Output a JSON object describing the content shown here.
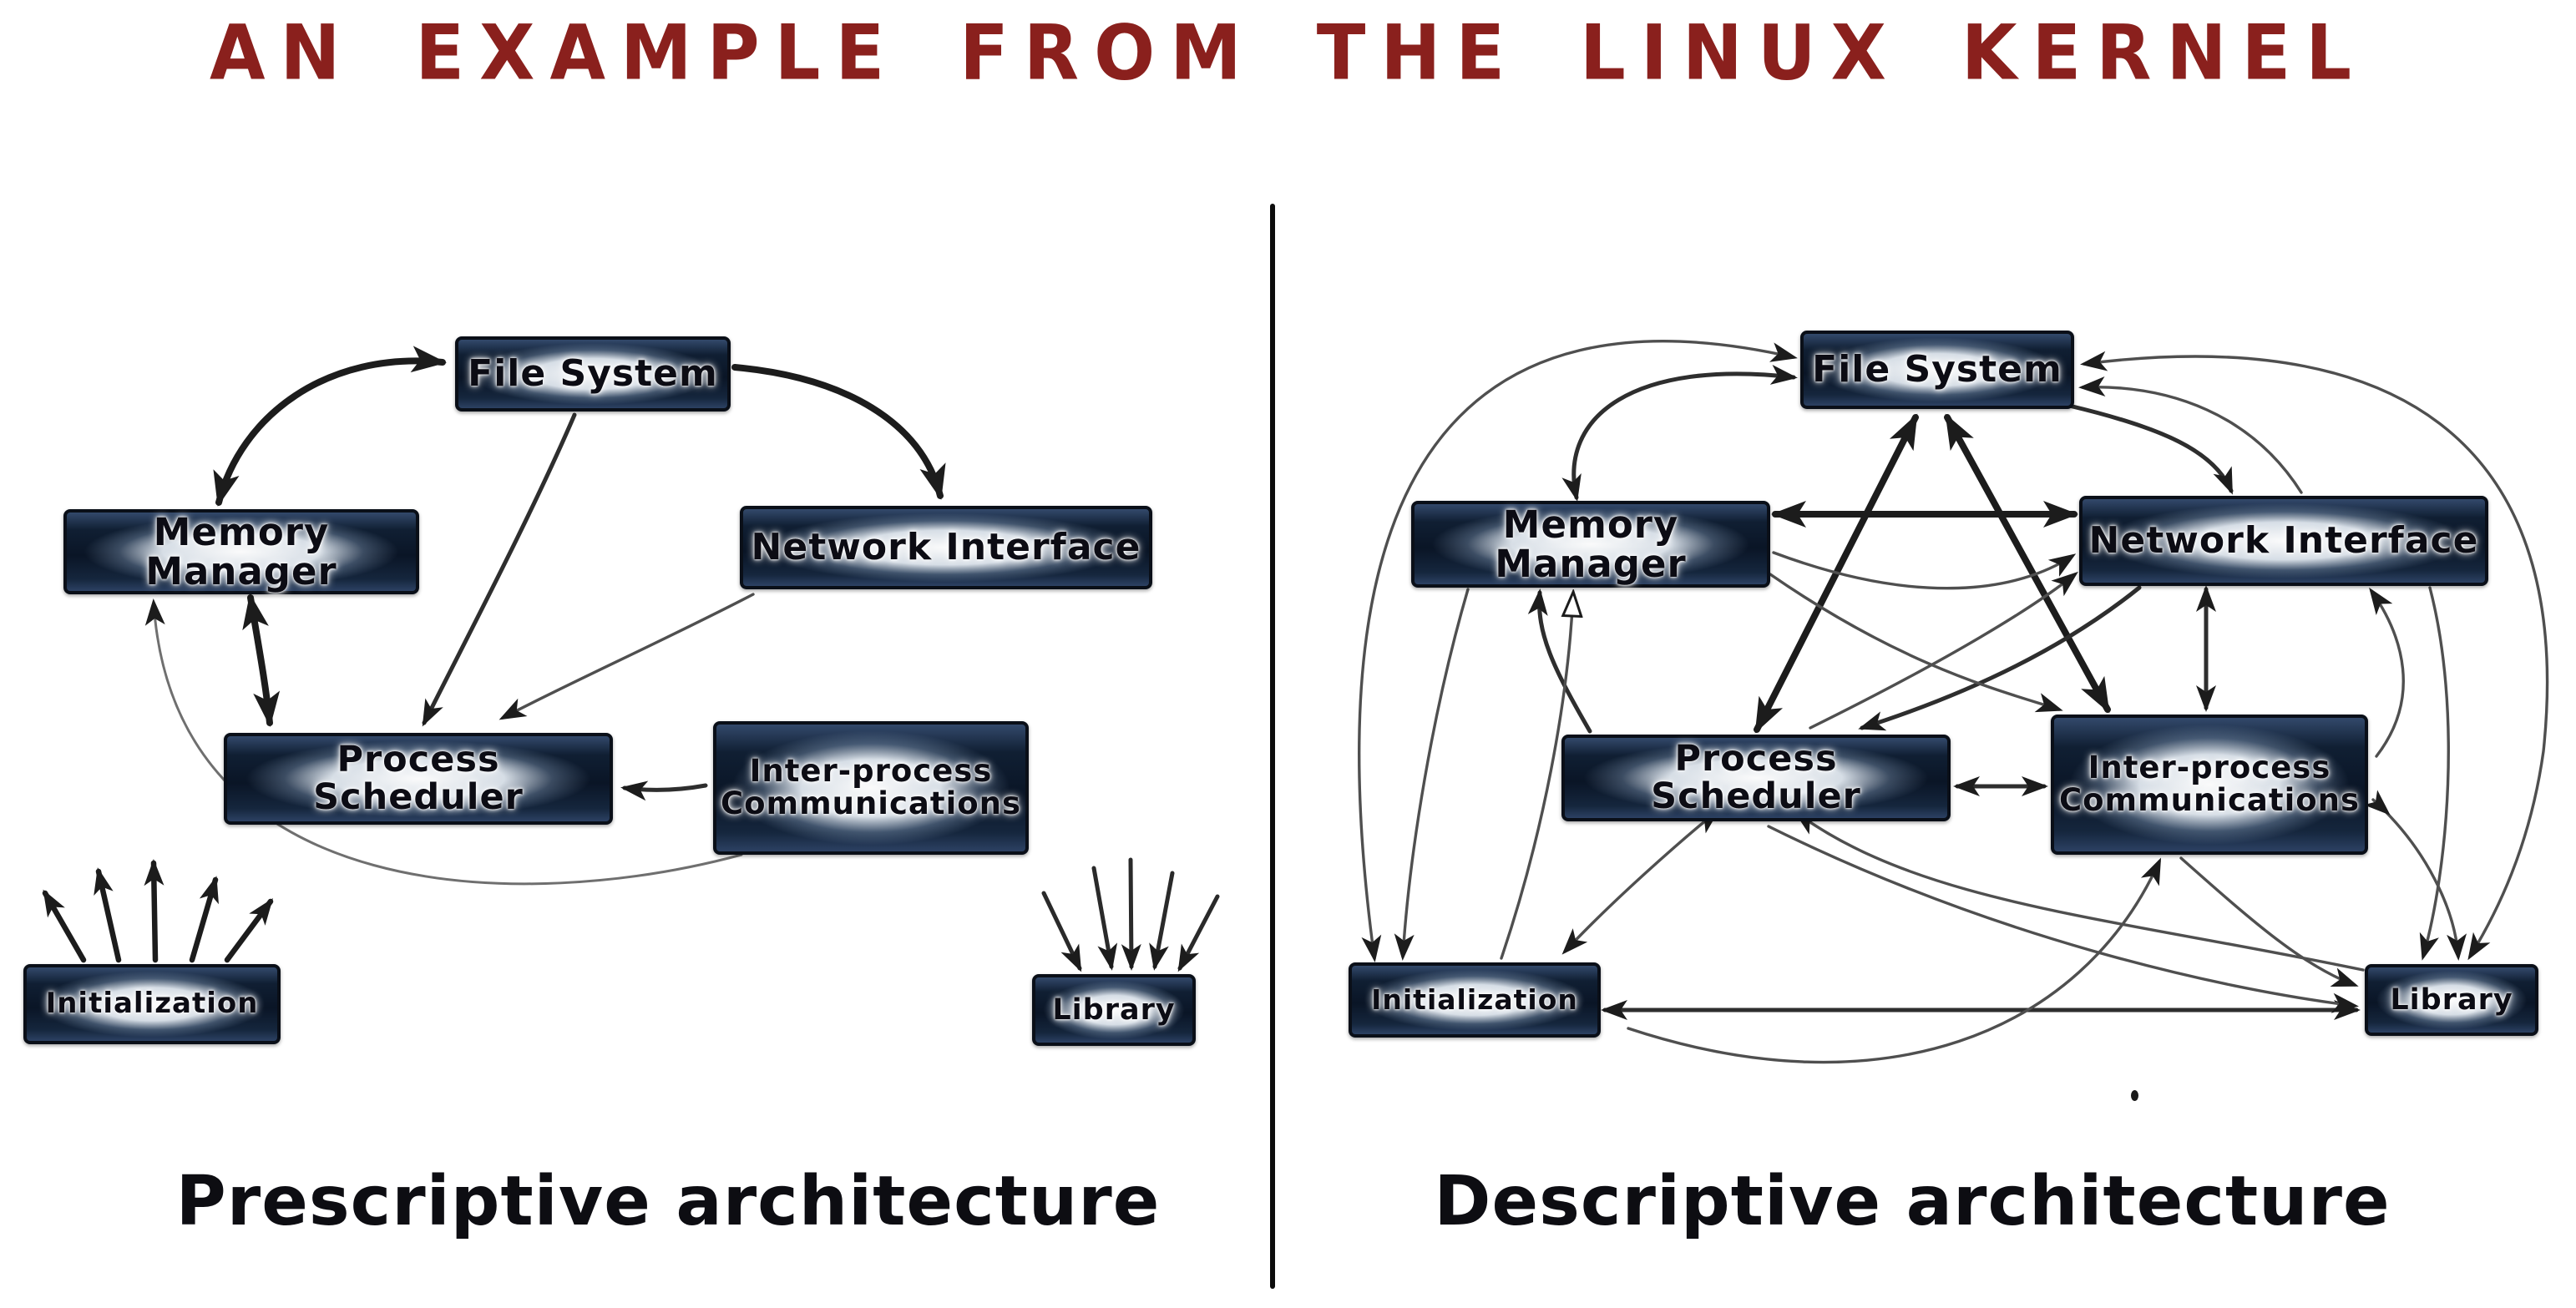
{
  "title": {
    "text": "AN EXAMPLE FROM THE LINUX KERNEL"
  },
  "colors": {
    "title": "#8a201d",
    "background": "#ffffff",
    "node_fill_dark": "#0a1526",
    "node_glow": "#ffffff",
    "node_border": "#0a0f18",
    "edge_dark": "#1c1c1c",
    "edge_gray": "#4f4f4f",
    "divider": "#0c0c0c"
  },
  "panels": [
    {
      "id": "prescriptive",
      "caption": "Prescriptive architecture",
      "nodes": [
        {
          "id": "file-system",
          "label": "File System"
        },
        {
          "id": "memory-manager",
          "label": "Memory Manager"
        },
        {
          "id": "network-interface",
          "label": "Network Interface"
        },
        {
          "id": "process-scheduler",
          "label": "Process Scheduler"
        },
        {
          "id": "inter-process-communications",
          "label": "Inter-process Communications"
        },
        {
          "id": "initialization",
          "label": "Initialization"
        },
        {
          "id": "library",
          "label": "Library"
        }
      ],
      "edges": [
        {
          "from": "memory-manager",
          "to": "file-system",
          "direction": "both",
          "weight": "thick"
        },
        {
          "from": "file-system",
          "to": "network-interface",
          "direction": "forward",
          "weight": "thick"
        },
        {
          "from": "file-system",
          "to": "process-scheduler",
          "direction": "forward",
          "weight": "medium"
        },
        {
          "from": "network-interface",
          "to": "process-scheduler",
          "direction": "forward",
          "weight": "thin"
        },
        {
          "from": "memory-manager",
          "to": "process-scheduler",
          "direction": "both",
          "weight": "thick"
        },
        {
          "from": "inter-process-communications",
          "to": "process-scheduler",
          "direction": "forward",
          "weight": "medium"
        },
        {
          "from": "inter-process-communications",
          "to": "memory-manager",
          "direction": "forward",
          "weight": "thin"
        }
      ],
      "fan_arrows": [
        {
          "node": "initialization",
          "count": 5,
          "direction": "outgoing"
        },
        {
          "node": "library",
          "count": 5,
          "direction": "incoming"
        }
      ]
    },
    {
      "id": "descriptive",
      "caption": "Descriptive architecture",
      "nodes": [
        {
          "id": "file-system",
          "label": "File System"
        },
        {
          "id": "memory-manager",
          "label": "Memory Manager"
        },
        {
          "id": "network-interface",
          "label": "Network Interface"
        },
        {
          "id": "process-scheduler",
          "label": "Process Scheduler"
        },
        {
          "id": "inter-process-communications",
          "label": "Inter-process Communications"
        },
        {
          "id": "initialization",
          "label": "Initialization"
        },
        {
          "id": "library",
          "label": "Library"
        }
      ],
      "edges": [
        {
          "from": "memory-manager",
          "to": "file-system",
          "direction": "both",
          "weight": "medium"
        },
        {
          "from": "initialization",
          "to": "file-system",
          "direction": "both",
          "weight": "thin"
        },
        {
          "from": "memory-manager",
          "to": "network-interface",
          "direction": "both",
          "weight": "thick"
        },
        {
          "from": "file-system",
          "to": "network-interface",
          "direction": "forward",
          "weight": "medium"
        },
        {
          "from": "network-interface",
          "to": "file-system",
          "direction": "forward",
          "weight": "thin"
        },
        {
          "from": "library",
          "to": "file-system",
          "direction": "both",
          "weight": "thin"
        },
        {
          "from": "process-scheduler",
          "to": "file-system",
          "direction": "both",
          "weight": "thick"
        },
        {
          "from": "file-system",
          "to": "inter-process-communications",
          "direction": "both",
          "weight": "thick"
        },
        {
          "from": "process-scheduler",
          "to": "inter-process-communications",
          "direction": "both",
          "weight": "medium"
        },
        {
          "from": "network-interface",
          "to": "inter-process-communications",
          "direction": "both",
          "weight": "medium"
        },
        {
          "from": "process-scheduler",
          "to": "memory-manager",
          "direction": "forward",
          "weight": "medium"
        },
        {
          "from": "initialization",
          "to": "memory-manager",
          "direction": "forward",
          "weight": "thin",
          "head": "open"
        },
        {
          "from": "memory-manager",
          "to": "initialization",
          "direction": "forward",
          "weight": "thin"
        },
        {
          "from": "initialization",
          "to": "library",
          "direction": "both",
          "weight": "medium"
        },
        {
          "from": "inter-process-communications",
          "to": "library",
          "direction": "forward",
          "weight": "thin",
          "note": "into library top"
        },
        {
          "from": "inter-process-communications",
          "to": "library",
          "direction": "forward",
          "weight": "thin",
          "note": "into library left"
        },
        {
          "from": "process-scheduler",
          "to": "library",
          "direction": "forward",
          "weight": "thin"
        },
        {
          "from": "network-interface",
          "to": "library",
          "direction": "forward",
          "weight": "thin"
        },
        {
          "from": "initialization",
          "to": "inter-process-communications",
          "direction": "forward",
          "weight": "thin"
        },
        {
          "from": "inter-process-communications",
          "to": "network-interface",
          "direction": "forward",
          "weight": "thin"
        },
        {
          "from": "memory-manager",
          "to": "network-interface",
          "direction": "forward",
          "weight": "thin",
          "note": "lower curve"
        },
        {
          "from": "process-scheduler",
          "to": "network-interface",
          "direction": "forward",
          "weight": "thin"
        },
        {
          "from": "network-interface",
          "to": "process-scheduler",
          "direction": "forward",
          "weight": "medium"
        },
        {
          "from": "initialization",
          "to": "process-scheduler",
          "direction": "both",
          "weight": "thin"
        },
        {
          "from": "library",
          "to": "process-scheduler",
          "direction": "forward",
          "weight": "thin"
        },
        {
          "from": "memory-manager",
          "to": "inter-process-communications",
          "direction": "forward",
          "weight": "thin"
        }
      ]
    }
  ]
}
